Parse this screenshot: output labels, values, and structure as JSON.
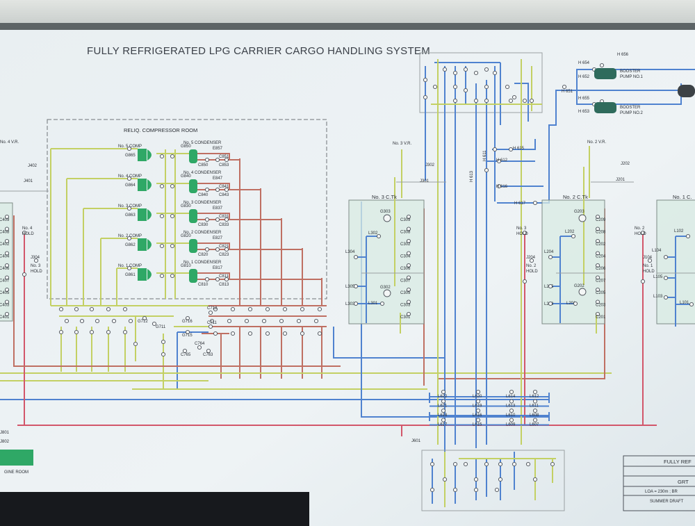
{
  "title": "FULLY REFRIGERATED LPG CARRIER CARGO HANDLING SYSTEM",
  "colors": {
    "liquid_line": "#4f82cf",
    "vapour_line": "#c3d063",
    "condensate_line": "#d2566a",
    "tank_fill": "#d8ebe3",
    "equipment": "#2fa866"
  },
  "compressor_room": {
    "title": "RELIQ. COMPRESSOR ROOM",
    "rows": [
      {
        "comp": "No. 5 COMP",
        "comp_valve": "G865",
        "cond": "No. 5 CONDENSER",
        "cond_in": "G850",
        "e": "E857",
        "c1": "C851",
        "c0": "C850",
        "c3": "C853"
      },
      {
        "comp": "No. 4 COMP",
        "comp_valve": "G864",
        "cond": "No. 4 CONDENSER",
        "cond_in": "G840",
        "e": "E847",
        "c1": "C841",
        "c0": "C840",
        "c3": "C843"
      },
      {
        "comp": "No. 3 COMP",
        "comp_valve": "G863",
        "cond": "No. 3 CONDENSER",
        "cond_in": "G830",
        "e": "E837",
        "c1": "C831",
        "c0": "C830",
        "c3": "C833"
      },
      {
        "comp": "No. 2 COMP",
        "comp_valve": "G862",
        "cond": "No. 2 CONDENSER",
        "cond_in": "G820",
        "e": "E827",
        "c1": "C821",
        "c0": "C820",
        "c3": "C823"
      },
      {
        "comp": "No. 1 COMP",
        "comp_valve": "G861",
        "cond": "No. 1 CONDENSER",
        "cond_in": "G810",
        "e": "E817",
        "c1": "C811",
        "c0": "C810",
        "c3": "C813"
      }
    ]
  },
  "crossover_valves": {
    "g712": "G712",
    "g711": "G711",
    "g716": "G716",
    "g715": "G715",
    "c712": "C712",
    "c711": "C711",
    "c764": "C764",
    "c765": "C765",
    "c763": "C763"
  },
  "tanks": {
    "no4": {
      "vr": "No. 4 V.R.",
      "j_top": "J402",
      "j_bot": "J401",
      "valves": [
        "C409",
        "C408",
        "C402",
        "C404",
        "C406",
        "C407",
        "C405",
        "C403",
        "C401"
      ]
    },
    "no3": {
      "name": "No. 3 C.Tk",
      "vr": "No. 3 V.R.",
      "j_top": "J302",
      "j_bot": "J301",
      "g_top": "G303",
      "g_bot": "G302",
      "valves": [
        "C309",
        "C308",
        "C302",
        "C304",
        "C306",
        "C307",
        "C305",
        "C303",
        "C301"
      ],
      "l": {
        "l302": "L302",
        "l304": "L304",
        "l305": "L305",
        "l303": "L303",
        "l301": "L301"
      }
    },
    "no2": {
      "name": "No. 2 C.Tk",
      "vr": "No. 2 V.R.",
      "j_top": "J202",
      "j_bot": "J201",
      "g_top": "G203",
      "g_bot": "G202",
      "valves": [
        "C209",
        "C208",
        "C202",
        "C204",
        "C206",
        "C207",
        "C205",
        "C203",
        "C201"
      ],
      "l": {
        "l202": "L202",
        "l204": "L204",
        "l205": "L205",
        "l203": "L203",
        "l201": "L201"
      }
    },
    "no1": {
      "name": "No. 1 C.",
      "l": {
        "l102": "L102",
        "l104": "L104",
        "l105": "L105",
        "l103": "L103",
        "l101": "L101"
      }
    }
  },
  "holds": [
    {
      "label": [
        "No. 4",
        "HOLD"
      ]
    },
    {
      "valve": "J304",
      "label": [
        "No. 3",
        "HOLD"
      ]
    },
    {
      "label": [
        "No. 3",
        "HOLD"
      ]
    },
    {
      "valve": "J204",
      "label": [
        "No. 2",
        "HOLD"
      ]
    },
    {
      "label": [
        "No. 2",
        "HOLD"
      ]
    },
    {
      "valve": "J104",
      "label": [
        "No. 1",
        "HOLD"
      ]
    }
  ],
  "booster": {
    "pump1": [
      "BOOSTER",
      "PUMP NO.1"
    ],
    "pump2": [
      "BOOSTER",
      "PUMP NO.2"
    ],
    "valves": {
      "h656": "H 656",
      "h654": "H 654",
      "h652": "H 652",
      "h651": "H 651",
      "h655": "H 655",
      "h653": "H 653"
    }
  },
  "header_valves": {
    "h615": "H 615",
    "h612": "H 612",
    "h616": "H 616",
    "h617": "H 617",
    "h611": "H 611",
    "h613": "H 613"
  },
  "manifold": {
    "rows": [
      [
        "L622",
        "L620",
        "L614",
        "L612"
      ],
      [
        "L621",
        "L619",
        "L613",
        "L611"
      ],
      [
        "L618",
        "L616",
        "L610",
        "L608"
      ],
      [
        "L617",
        "L615",
        "L609",
        "L607"
      ]
    ],
    "j601": "J601"
  },
  "engine_room": {
    "j801": "J801",
    "j802": "J802",
    "label": "GINE ROOM"
  },
  "info_table": [
    "FULLY REF",
    "",
    "GRT",
    "LOA = 230m ; BR",
    "SUMMER DRAFT"
  ]
}
